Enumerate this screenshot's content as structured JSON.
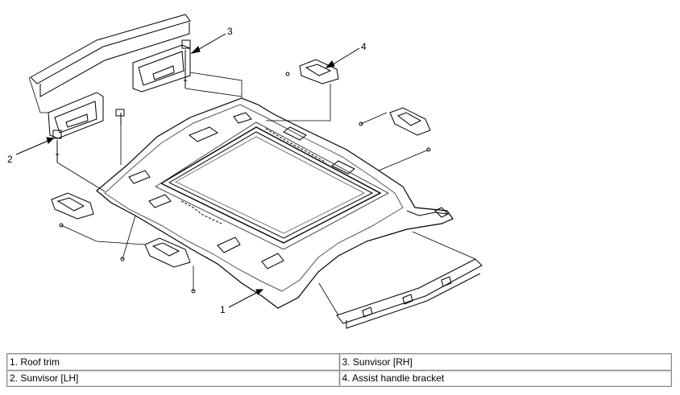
{
  "callouts": {
    "c1": "1",
    "c2": "2",
    "c3": "3",
    "c4": "4"
  },
  "legend": {
    "row1": {
      "left": "1. Roof trim",
      "right": "3. Sunvisor [RH]"
    },
    "row2": {
      "left": "2. Sunvisor [LH]",
      "right": "4. Assist handle bracket"
    }
  }
}
